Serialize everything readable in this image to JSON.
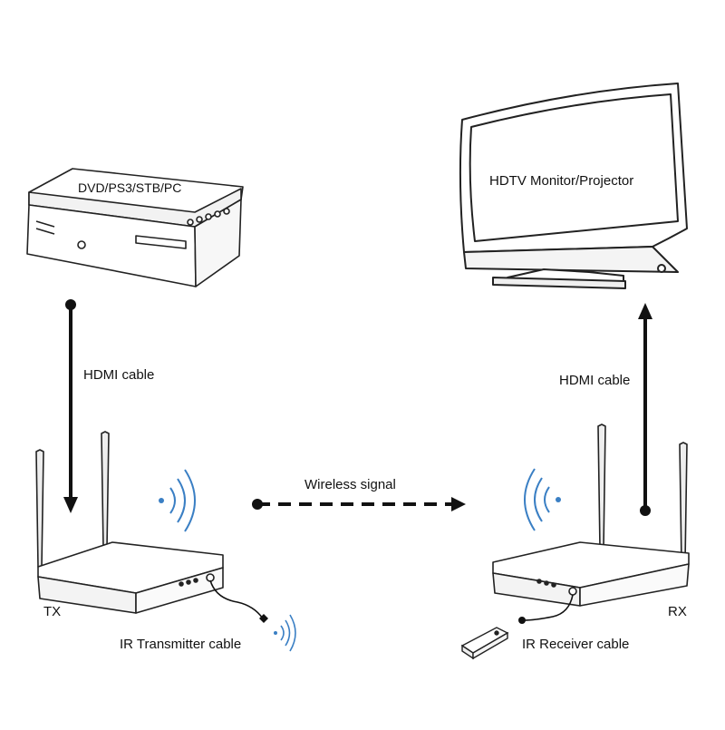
{
  "devices": {
    "source": {
      "label": "DVD/PS3/STB/PC"
    },
    "display": {
      "label": "HDTV Monitor/Projector"
    },
    "transmitter": {
      "label": "TX"
    },
    "receiver": {
      "label": "RX"
    },
    "remote_control": {
      "icon": "remote-control-icon"
    }
  },
  "connections": {
    "source_to_tx": {
      "label": "HDMI cable",
      "style": "solid"
    },
    "rx_to_display": {
      "label": "HDMI cable",
      "style": "solid"
    },
    "tx_to_rx": {
      "label": "Wireless signal",
      "style": "dashed"
    },
    "ir_transmitter": {
      "label": "IR Transmitter cable"
    },
    "ir_receiver": {
      "label": "IR Receiver cable"
    }
  },
  "colors": {
    "line": "#111111",
    "signal_waves": "#3a7fc4",
    "device_outline": "#222222"
  }
}
